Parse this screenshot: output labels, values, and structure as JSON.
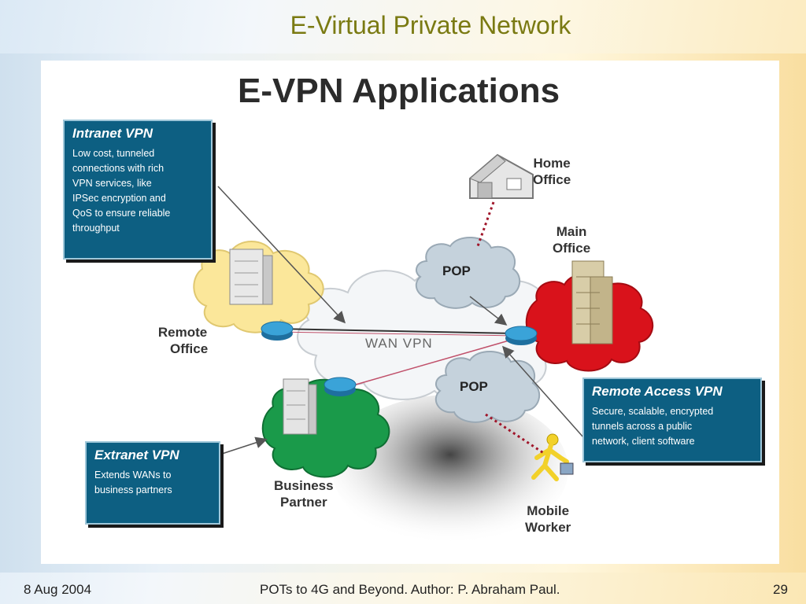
{
  "slide": {
    "title": "E-Virtual Private Network",
    "footer_date": "8 Aug 2004",
    "footer_center": "POTs to 4G and Beyond. Author: P. Abraham Paul.",
    "page_number": "29"
  },
  "figure": {
    "title": "E-VPN Applications",
    "wan_label": "WAN VPN",
    "pop_top": "POP",
    "pop_bottom": "POP",
    "nodes": {
      "home_office": [
        "Home",
        "Office"
      ],
      "main_office": [
        "Main",
        "Office"
      ],
      "remote_office": [
        "Remote",
        "Office"
      ],
      "business_partner": [
        "Business",
        "Partner"
      ],
      "mobile_worker": [
        "Mobile",
        "Worker"
      ]
    },
    "callouts": {
      "intranet": {
        "heading": "Intranet VPN",
        "lines": [
          "Low cost, tunneled",
          "connections with rich",
          "VPN services, like",
          "IPSec encryption and",
          "QoS to ensure reliable",
          "throughput"
        ]
      },
      "remote_access": {
        "heading": "Remote Access VPN",
        "lines": [
          "Secure, scalable, encrypted",
          "tunnels across a public",
          "network, client software"
        ]
      },
      "extranet": {
        "heading": "Extranet VPN",
        "lines": [
          "Extends WANs to",
          "business partners"
        ]
      }
    },
    "colors": {
      "callout_bg": "#0d5f82",
      "main_office_cloud": "#d9121b",
      "remote_office_cloud": "#fbe79a",
      "partner_cloud": "#1a9a4a",
      "pop_cloud": "#c5d2dc",
      "router": "#2a8fc4",
      "dotted_link": "#a0162a"
    }
  }
}
